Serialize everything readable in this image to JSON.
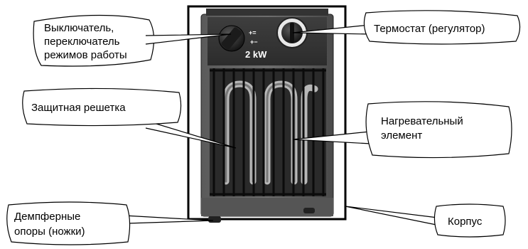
{
  "device": {
    "power_rating": "2 kW",
    "knob_symbols": [
      "+=",
      "+−"
    ]
  },
  "callouts": {
    "switch": [
      "Выключатель,",
      "переключатель",
      "режимов работы"
    ],
    "thermostat": "Термостат (регулятор)",
    "grille": "Защитная решетка",
    "heating_element": [
      "Нагревательный",
      "элемент"
    ],
    "dampers": [
      "Демпферные",
      "опоры (ножки)"
    ],
    "housing": "Корпус"
  }
}
